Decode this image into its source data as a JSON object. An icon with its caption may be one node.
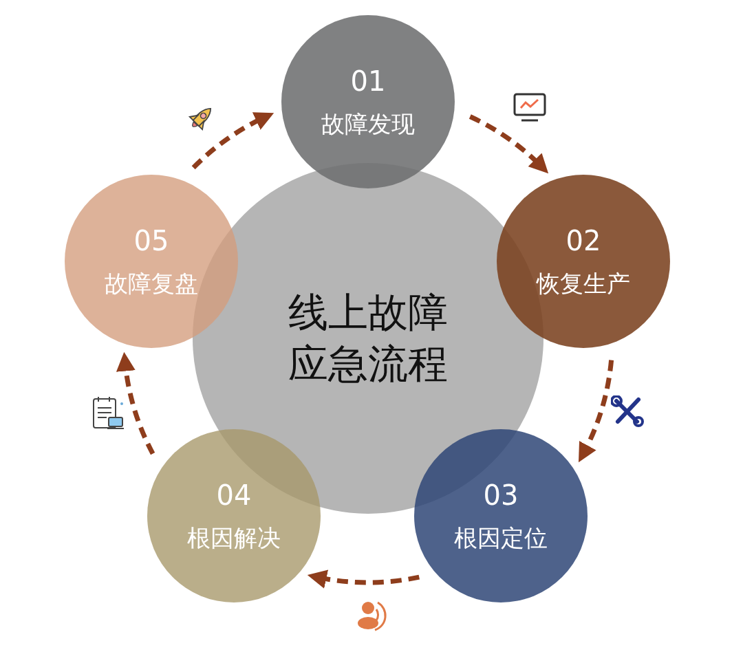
{
  "diagram": {
    "nodes": [
      {
        "text": [
          "01",
          "故障发现"
        ]
      },
      {
        "text": [
          "02",
          "恢复生产"
        ]
      },
      {
        "text": [
          "03",
          "根因定位"
        ]
      },
      {
        "text": [
          "04",
          "根因解决"
        ]
      },
      {
        "text": [
          "05",
          "故障复盘"
        ]
      },
      {
        "text": [
          "线上故障应急流程"
        ]
      }
    ],
    "edges": [
      {
        "from": 0,
        "to": 1,
        "arrow": "to",
        "style": "dashed"
      },
      {
        "from": 1,
        "to": 2,
        "arrow": "to",
        "style": "dashed"
      },
      {
        "from": 2,
        "to": 3,
        "arrow": "to",
        "style": "dashed"
      },
      {
        "from": 3,
        "to": 4,
        "arrow": "to",
        "style": "dashed"
      },
      {
        "from": 4,
        "to": 0,
        "arrow": "to",
        "style": "dashed"
      }
    ]
  }
}
